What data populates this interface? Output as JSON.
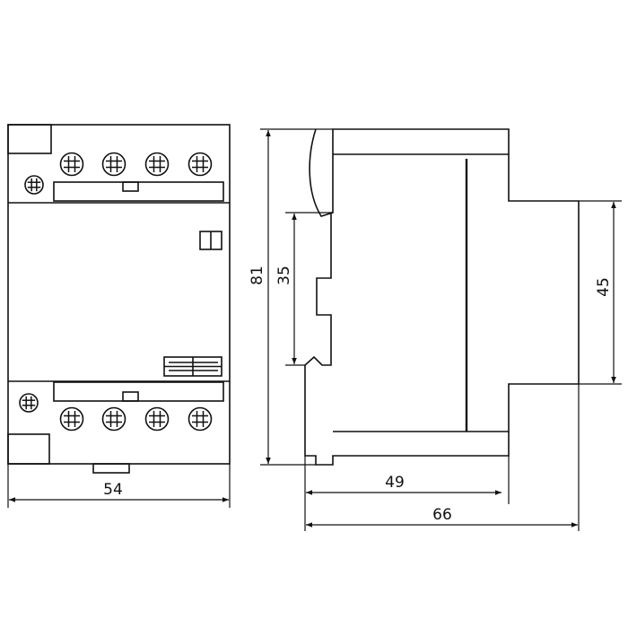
{
  "diagram": {
    "front_view": {
      "width_dimension": "54",
      "terminals_per_row": 4
    },
    "side_view": {
      "height_dimension": "81",
      "rail_dimension": "35",
      "front_height_dimension": "45",
      "depth_to_front_dimension": "49",
      "total_depth_dimension": "66"
    },
    "colors": {
      "line": "#111111",
      "background": "#ffffff"
    }
  }
}
